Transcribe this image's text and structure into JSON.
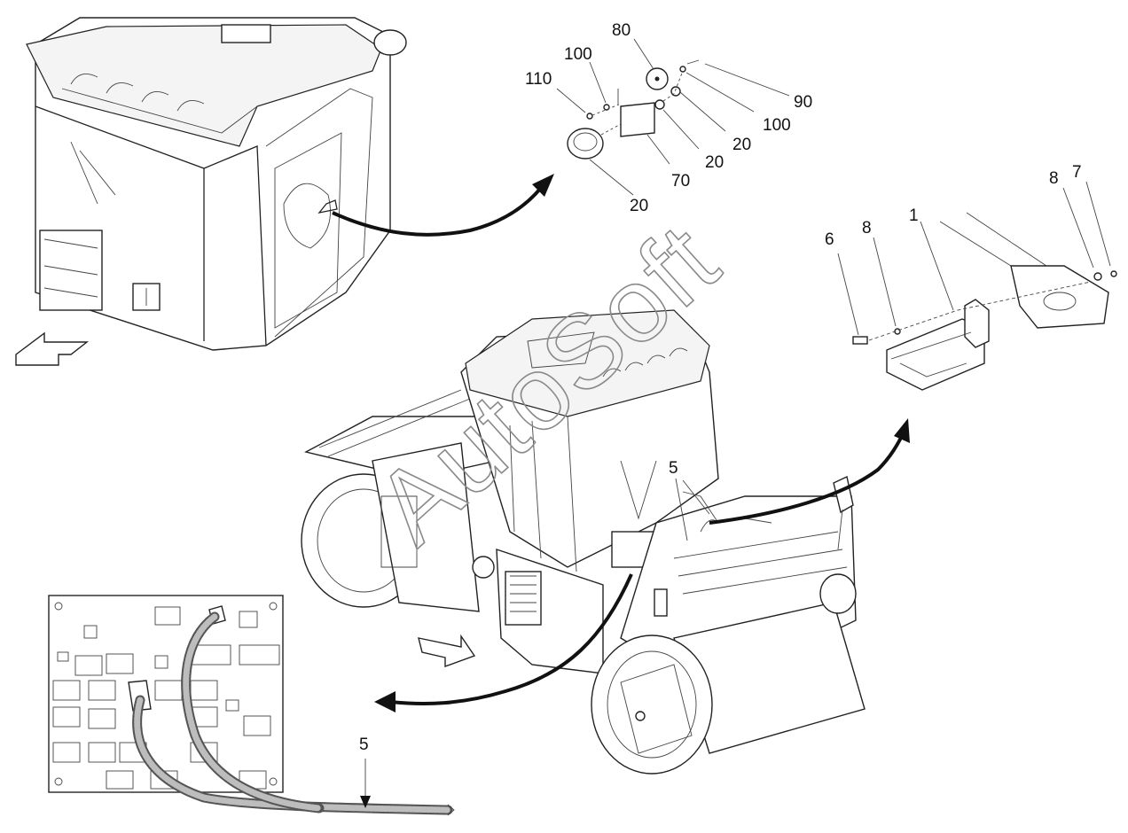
{
  "watermark": "AutoSoft",
  "callouts": {
    "c80": "80",
    "c100a": "100",
    "c110": "110",
    "c90": "90",
    "c100b": "100",
    "c20a": "20",
    "c20b": "20",
    "c70": "70",
    "c20c": "20",
    "c8a": "8",
    "c7": "7",
    "c6": "6",
    "c8b": "8",
    "c1": "1",
    "c5a": "5",
    "c5b": "5"
  }
}
